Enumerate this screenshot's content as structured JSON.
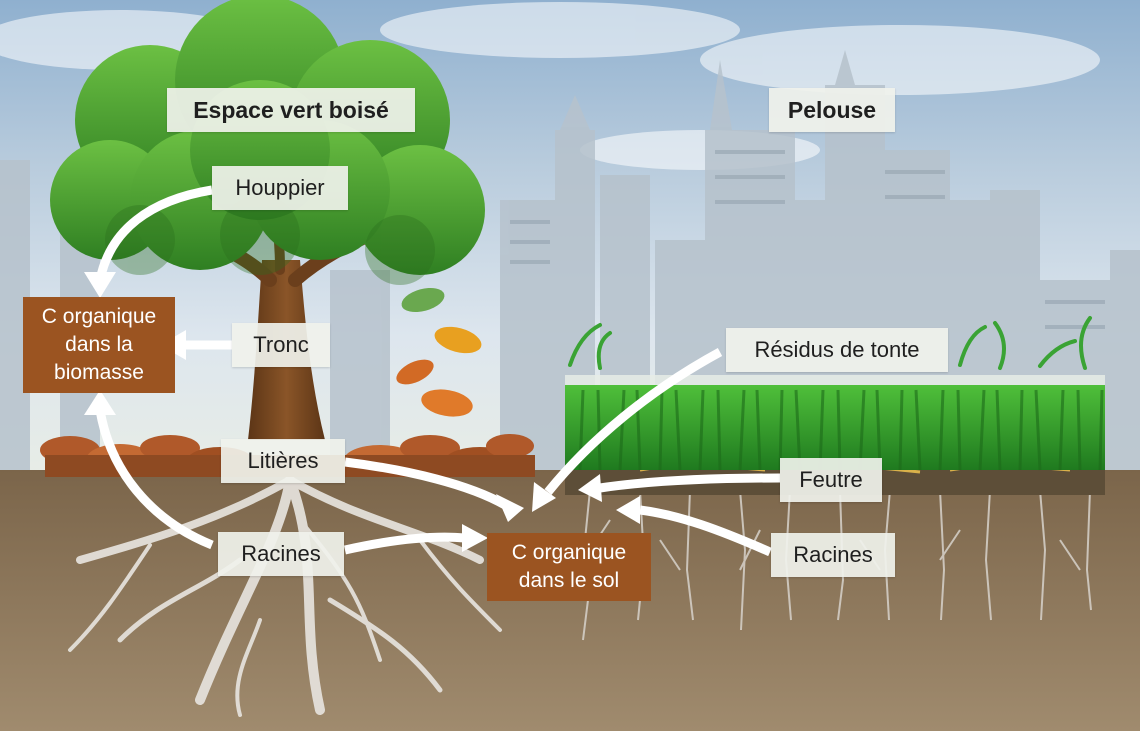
{
  "titles": {
    "wooded": "Espace vert boisé",
    "lawn": "Pelouse"
  },
  "labels": {
    "houppier": "Houppier",
    "tronc": "Tronc",
    "litieres": "Litières",
    "racines_tree": "Racines",
    "residus": "Résidus de tonte",
    "feutre": "Feutre",
    "racines_lawn": "Racines"
  },
  "boxes": {
    "biomass": [
      "C organique",
      "dans la",
      "biomasse"
    ],
    "soil": [
      "C organique",
      "dans le sol"
    ]
  },
  "colors": {
    "box_fill": "#9b5421",
    "arrow": "#ffffff",
    "soil": "#7a6448",
    "foliage": "#3f9a2a",
    "grass": "#2f8f2a"
  }
}
